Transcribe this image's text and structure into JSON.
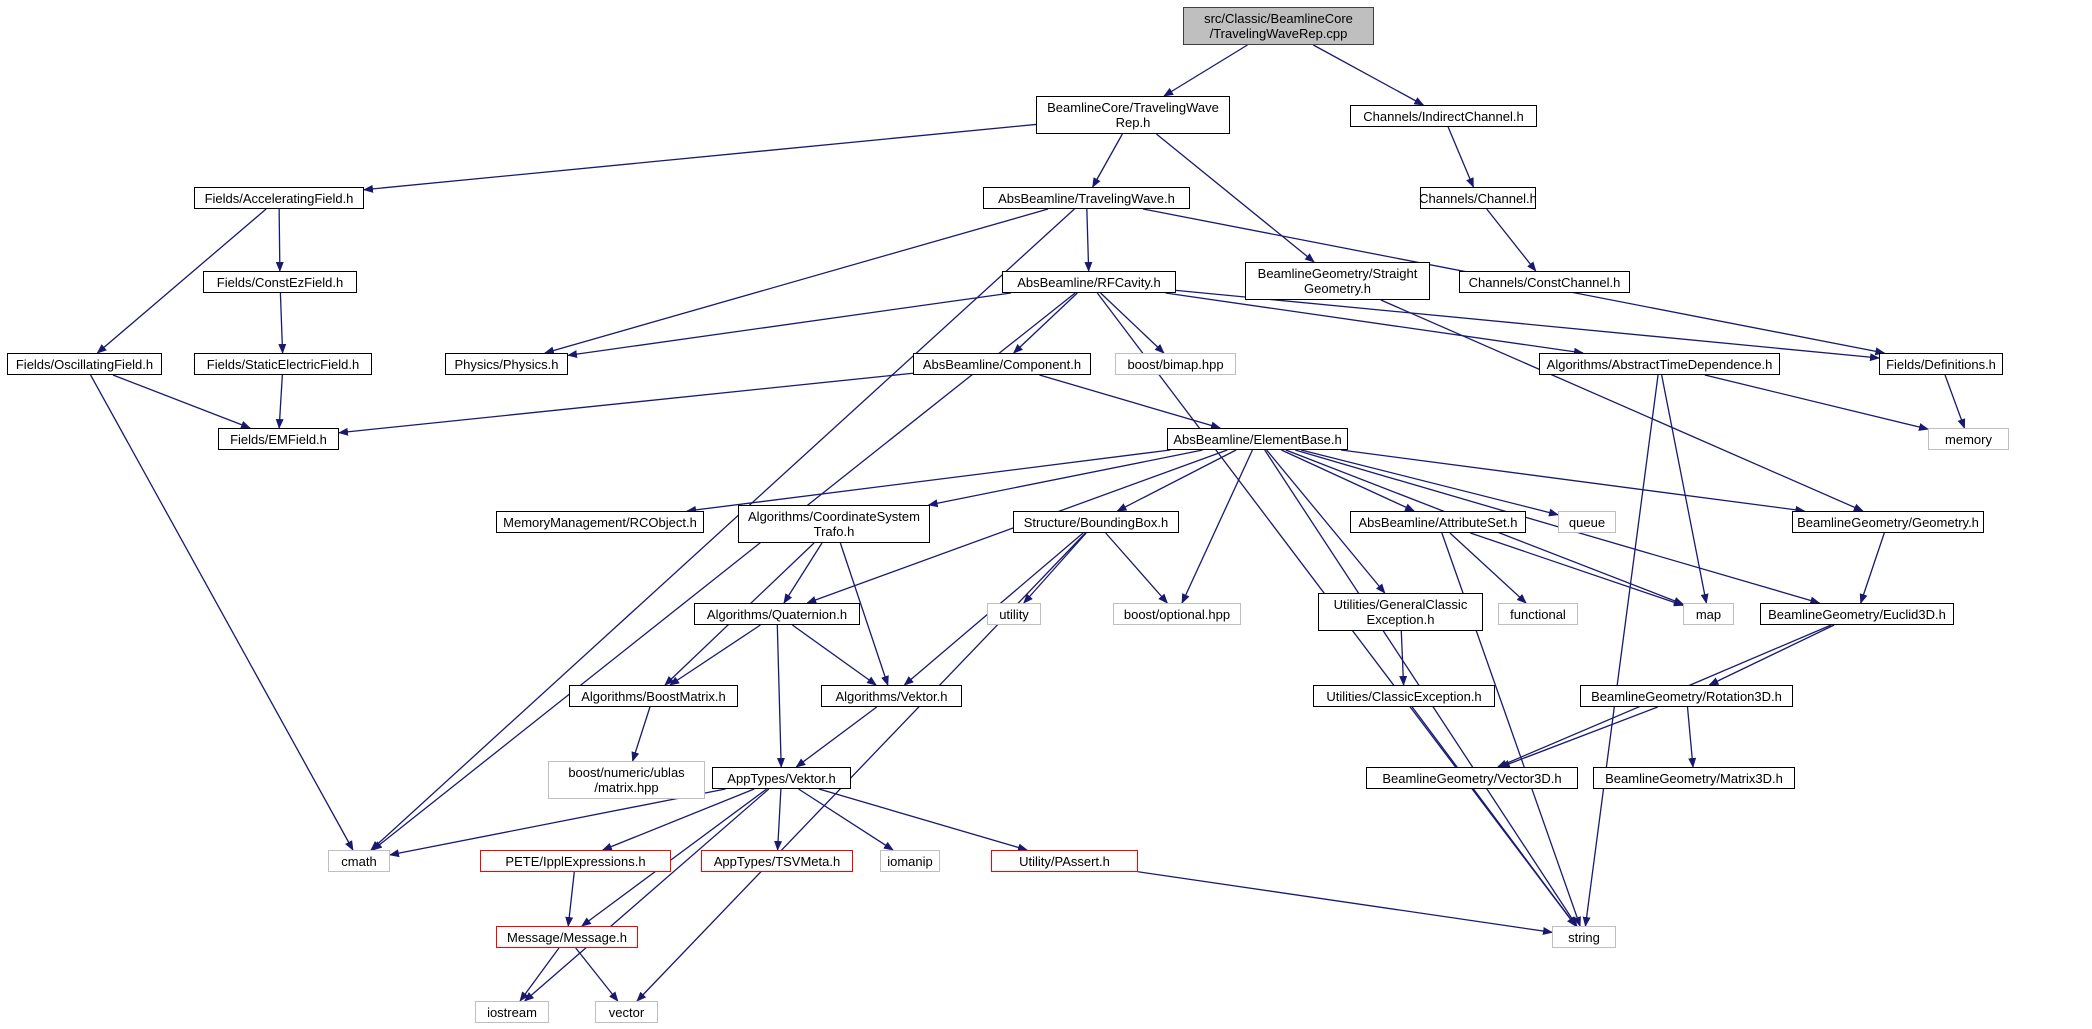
{
  "nodes": [
    {
      "id": "root",
      "label": "src/Classic/BeamlineCore\n/TravelingWaveRep.cpp",
      "kind": "root"
    },
    {
      "id": "twrep",
      "label": "BeamlineCore/TravelingWave\nRep.h",
      "kind": "normal"
    },
    {
      "id": "indirect",
      "label": "Channels/IndirectChannel.h",
      "kind": "normal"
    },
    {
      "id": "accfield",
      "label": "Fields/AcceleratingField.h",
      "kind": "normal"
    },
    {
      "id": "abstw",
      "label": "AbsBeamline/TravelingWave.h",
      "kind": "normal"
    },
    {
      "id": "channel",
      "label": "Channels/Channel.h",
      "kind": "normal"
    },
    {
      "id": "constez",
      "label": "Fields/ConstEzField.h",
      "kind": "normal"
    },
    {
      "id": "rfcav",
      "label": "AbsBeamline/RFCavity.h",
      "kind": "normal"
    },
    {
      "id": "straight",
      "label": "BeamlineGeometry/Straight\nGeometry.h",
      "kind": "normal"
    },
    {
      "id": "constchan",
      "label": "Channels/ConstChannel.h",
      "kind": "normal"
    },
    {
      "id": "oscfield",
      "label": "Fields/OscillatingField.h",
      "kind": "normal"
    },
    {
      "id": "static",
      "label": "Fields/StaticElectricField.h",
      "kind": "normal"
    },
    {
      "id": "physics",
      "label": "Physics/Physics.h",
      "kind": "normal"
    },
    {
      "id": "component",
      "label": "AbsBeamline/Component.h",
      "kind": "normal"
    },
    {
      "id": "bimap",
      "label": "boost/bimap.hpp",
      "kind": "sys"
    },
    {
      "id": "atd",
      "label": "Algorithms/AbstractTimeDependence.h",
      "kind": "normal"
    },
    {
      "id": "definitions",
      "label": "Fields/Definitions.h",
      "kind": "normal"
    },
    {
      "id": "emfield",
      "label": "Fields/EMField.h",
      "kind": "normal"
    },
    {
      "id": "elembase",
      "label": "AbsBeamline/ElementBase.h",
      "kind": "normal"
    },
    {
      "id": "memory",
      "label": "memory",
      "kind": "sys"
    },
    {
      "id": "rcobj",
      "label": "MemoryManagement/RCObject.h",
      "kind": "normal"
    },
    {
      "id": "coordsys",
      "label": "Algorithms/CoordinateSystem\nTrafo.h",
      "kind": "normal"
    },
    {
      "id": "bbox",
      "label": "Structure/BoundingBox.h",
      "kind": "normal"
    },
    {
      "id": "attrset",
      "label": "AbsBeamline/AttributeSet.h",
      "kind": "normal"
    },
    {
      "id": "queue",
      "label": "queue",
      "kind": "sys"
    },
    {
      "id": "geometry",
      "label": "BeamlineGeometry/Geometry.h",
      "kind": "normal"
    },
    {
      "id": "quat",
      "label": "Algorithms/Quaternion.h",
      "kind": "normal"
    },
    {
      "id": "utility",
      "label": "utility",
      "kind": "sys"
    },
    {
      "id": "optional",
      "label": "boost/optional.hpp",
      "kind": "sys"
    },
    {
      "id": "gcexc",
      "label": "Utilities/GeneralClassic\nException.h",
      "kind": "normal"
    },
    {
      "id": "functional",
      "label": "functional",
      "kind": "sys"
    },
    {
      "id": "map",
      "label": "map",
      "kind": "sys"
    },
    {
      "id": "euclid",
      "label": "BeamlineGeometry/Euclid3D.h",
      "kind": "normal"
    },
    {
      "id": "boostmat",
      "label": "Algorithms/BoostMatrix.h",
      "kind": "normal"
    },
    {
      "id": "algvektor",
      "label": "Algorithms/Vektor.h",
      "kind": "normal"
    },
    {
      "id": "cexc",
      "label": "Utilities/ClassicException.h",
      "kind": "normal"
    },
    {
      "id": "rot3d",
      "label": "BeamlineGeometry/Rotation3D.h",
      "kind": "normal"
    },
    {
      "id": "ublas",
      "label": "boost/numeric/ublas\n/matrix.hpp",
      "kind": "sys"
    },
    {
      "id": "appvektor",
      "label": "AppTypes/Vektor.h",
      "kind": "normal"
    },
    {
      "id": "vec3d",
      "label": "BeamlineGeometry/Vector3D.h",
      "kind": "normal"
    },
    {
      "id": "mat3d",
      "label": "BeamlineGeometry/Matrix3D.h",
      "kind": "normal"
    },
    {
      "id": "cmath",
      "label": "cmath",
      "kind": "sys"
    },
    {
      "id": "pete",
      "label": "PETE/IpplExpressions.h",
      "kind": "trunc"
    },
    {
      "id": "tsvmeta",
      "label": "AppTypes/TSVMeta.h",
      "kind": "trunc"
    },
    {
      "id": "iomanip",
      "label": "iomanip",
      "kind": "sys"
    },
    {
      "id": "passert",
      "label": "Utility/PAssert.h",
      "kind": "trunc"
    },
    {
      "id": "string",
      "label": "string",
      "kind": "sys"
    },
    {
      "id": "message",
      "label": "Message/Message.h",
      "kind": "trunc"
    },
    {
      "id": "iostream",
      "label": "iostream",
      "kind": "sys"
    },
    {
      "id": "vector",
      "label": "vector",
      "kind": "sys"
    }
  ],
  "edges": [
    [
      "root",
      "twrep"
    ],
    [
      "root",
      "indirect"
    ],
    [
      "twrep",
      "accfield"
    ],
    [
      "twrep",
      "abstw"
    ],
    [
      "twrep",
      "straight"
    ],
    [
      "indirect",
      "channel"
    ],
    [
      "channel",
      "constchan"
    ],
    [
      "accfield",
      "constez"
    ],
    [
      "accfield",
      "oscfield"
    ],
    [
      "constez",
      "static"
    ],
    [
      "static",
      "emfield"
    ],
    [
      "oscfield",
      "emfield"
    ],
    [
      "oscfield",
      "cmath"
    ],
    [
      "abstw",
      "rfcav"
    ],
    [
      "abstw",
      "physics"
    ],
    [
      "abstw",
      "cmath"
    ],
    [
      "abstw",
      "definitions"
    ],
    [
      "straight",
      "geometry"
    ],
    [
      "rfcav",
      "physics"
    ],
    [
      "rfcav",
      "component"
    ],
    [
      "rfcav",
      "bimap"
    ],
    [
      "rfcav",
      "atd"
    ],
    [
      "rfcav",
      "definitions"
    ],
    [
      "rfcav",
      "cmath"
    ],
    [
      "rfcav",
      "string"
    ],
    [
      "component",
      "emfield"
    ],
    [
      "component",
      "elembase"
    ],
    [
      "definitions",
      "memory"
    ],
    [
      "atd",
      "memory"
    ],
    [
      "atd",
      "map"
    ],
    [
      "atd",
      "string"
    ],
    [
      "elembase",
      "rcobj"
    ],
    [
      "elembase",
      "coordsys"
    ],
    [
      "elembase",
      "bbox"
    ],
    [
      "elembase",
      "attrset"
    ],
    [
      "elembase",
      "queue"
    ],
    [
      "elembase",
      "geometry"
    ],
    [
      "elembase",
      "quat"
    ],
    [
      "elembase",
      "optional"
    ],
    [
      "elembase",
      "gcexc"
    ],
    [
      "elembase",
      "map"
    ],
    [
      "elembase",
      "euclid"
    ],
    [
      "elembase",
      "string"
    ],
    [
      "coordsys",
      "quat"
    ],
    [
      "coordsys",
      "boostmat"
    ],
    [
      "coordsys",
      "algvektor"
    ],
    [
      "bbox",
      "utility"
    ],
    [
      "bbox",
      "optional"
    ],
    [
      "bbox",
      "algvektor"
    ],
    [
      "bbox",
      "vector"
    ],
    [
      "attrset",
      "functional"
    ],
    [
      "attrset",
      "map"
    ],
    [
      "attrset",
      "string"
    ],
    [
      "geometry",
      "euclid"
    ],
    [
      "euclid",
      "rot3d"
    ],
    [
      "euclid",
      "vec3d"
    ],
    [
      "rot3d",
      "vec3d"
    ],
    [
      "rot3d",
      "mat3d"
    ],
    [
      "quat",
      "boostmat"
    ],
    [
      "quat",
      "algvektor"
    ],
    [
      "quat",
      "appvektor"
    ],
    [
      "boostmat",
      "ublas"
    ],
    [
      "algvektor",
      "appvektor"
    ],
    [
      "gcexc",
      "cexc"
    ],
    [
      "cexc",
      "string"
    ],
    [
      "appvektor",
      "cmath"
    ],
    [
      "appvektor",
      "pete"
    ],
    [
      "appvektor",
      "tsvmeta"
    ],
    [
      "appvektor",
      "iomanip"
    ],
    [
      "appvektor",
      "passert"
    ],
    [
      "appvektor",
      "message"
    ],
    [
      "appvektor",
      "iostream"
    ],
    [
      "pete",
      "message"
    ],
    [
      "passert",
      "string"
    ],
    [
      "message",
      "iostream"
    ],
    [
      "message",
      "vector"
    ]
  ]
}
